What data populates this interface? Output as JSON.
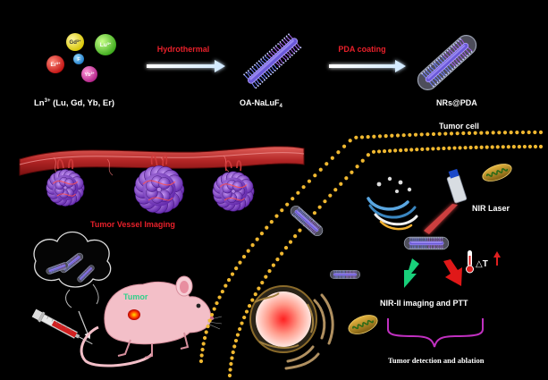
{
  "labels": {
    "ion_gd": "Gd",
    "ion_gd_sup": "3+",
    "ion_lu": "Lu",
    "ion_lu_sup": "3+",
    "ion_er": "Er",
    "ion_er_sup": "3+",
    "ion_f": "F",
    "ion_yb": "Yb",
    "ion_yb_sup": "3+",
    "ln_caption_pre": "Ln",
    "ln_caption_sup": "3+",
    "ln_caption_post": " (Lu, Gd, Yb, Er)",
    "step1": "Hydrothermal",
    "step2": "PDA  coating",
    "oa_pre": "OA-NaLuF",
    "oa_sub": "4",
    "nrs": "NRs@PDA",
    "tumor_cell": "Tumor  cell",
    "vessel_imaging": "Tumor Vessel Imaging",
    "tumor": "Tumor",
    "nir_laser": "NIR Laser",
    "delta_t": "△T",
    "nir_imaging": "NIR-II imaging and PTT",
    "detection": "Tumor detection and ablation"
  },
  "colors": {
    "background": "#000000",
    "red_label": "#e8202a",
    "membrane": "#f0b830",
    "nanorod": "#7a6be0",
    "vessel": "#c0282a",
    "tumor_mass": "#9b4fd6",
    "mouse": "#f3bfc8",
    "bracket": "#c030c0"
  }
}
